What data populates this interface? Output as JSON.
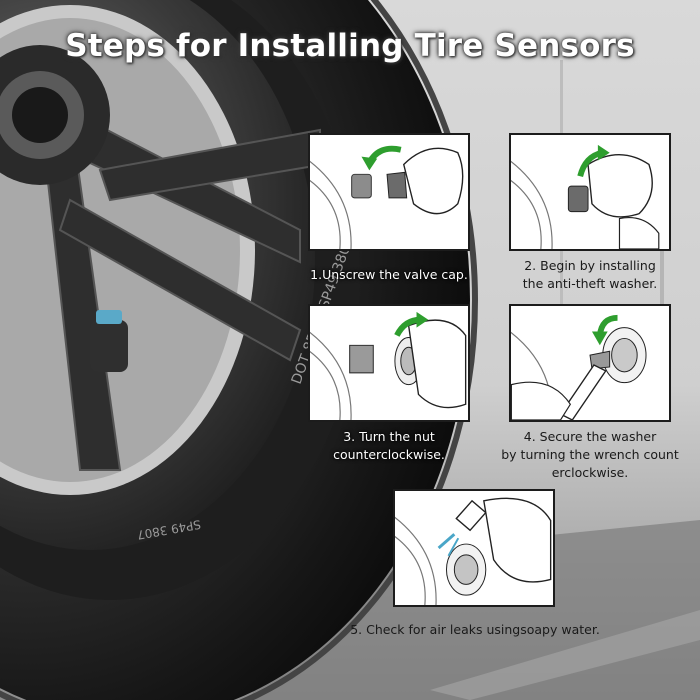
{
  "title": "Steps for Installing Tire Sensors",
  "steps": [
    {
      "lines": [
        "1.Unscrew the valve cap."
      ]
    },
    {
      "lines": [
        "2.  Begin by installing",
        "the anti-theft washer."
      ]
    },
    {
      "lines": [
        "3. Turn the nut",
        "counterclockwise."
      ]
    },
    {
      "lines": [
        "4. Secure the washer",
        "by turning the wrench count",
        "erclockwise."
      ]
    },
    {
      "lines": [
        "5. Check for air leaks usingsoapy water."
      ]
    }
  ],
  "colors": {
    "arrow": "#2e9e2e",
    "border": "#1c1c1c"
  },
  "icons": [
    "curved-arrow-icon",
    "hand-icon",
    "valve-icon",
    "sensor-cap-icon",
    "wrench-icon",
    "spray-bottle-icon"
  ]
}
